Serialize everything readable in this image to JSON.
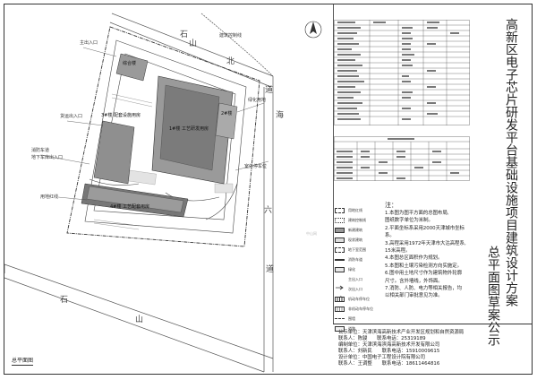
{
  "sheet": {
    "title_main": "高新区电子芯片研发平台基础设施项目建筑设计方案",
    "title_sub": "总平面图草案公示",
    "drawing_name": "总平面图",
    "watermark": "中山网"
  },
  "roads": {
    "north": "石山北",
    "east_upper": "道",
    "east_mid": "海",
    "east_lower": "六",
    "east_bottom": "道",
    "south_left": "石",
    "south_mid": "山"
  },
  "buildings": {
    "main": "1#楼 工艺研发用房",
    "east_block": "2#楼",
    "west_block": "3#楼 配套设施用房",
    "south_block": "4#楼 工艺配套用房",
    "north_small": "综合楼"
  },
  "plan_notes": [
    "主出入口",
    "货运出入口",
    "消防车道",
    "地下车库出入口",
    "绿化用地",
    "室外停车位",
    "用地红线",
    "建筑控制线"
  ],
  "legend": [
    "用地红线",
    "建筑控制线",
    "新建建筑",
    "现状建筑",
    "地下室范围",
    "消防车道",
    "绿化",
    "主出入口",
    "次出入口",
    "机动车停车位",
    "非机动车停车位",
    "围墙",
    "道路"
  ],
  "notes": {
    "heading": "注：",
    "lines": [
      "1.本图为图平方面的总图布局,",
      "图纸数字单位为米制。",
      "2.平面坐标系采用2000天津城市坐标",
      "系。",
      "3.高程采用1972年天津市大沽高程系,",
      "15米高程。",
      "4.本图总区面积作为规划。",
      "5.本图和土壤污染检测方向实施定。",
      "6.图中用土地尺寸作为建筑物外轮廓",
      "尺寸。含外墙线，外饰面。",
      "7.消防、人防、电力等相关报告，均",
      "以相关部门审批意见为准。"
    ]
  },
  "footer": {
    "applicant_label": "公示单位：",
    "applicant": "天津滨海高新技术产业开发区规划和自然资源局",
    "contact1_label": "联系人：",
    "contact1": "陈骏",
    "phone1_label": "联系电话：",
    "phone1": "25319189",
    "designer_label": "编制单位：",
    "designer": "天津滨海滨海高新技术开发有限公司",
    "contact2_label": "联系人：",
    "contact2": "刘新民",
    "phone2_label": "联系电话：",
    "phone2": "15910009615",
    "design_label": "设计单位：",
    "design_org": "中国电子工程设计院有限公司",
    "contact3_label": "联系人：",
    "contact3": "王调整",
    "phone3_label": "联系电话：",
    "phone3": "18611464816"
  },
  "colors": {
    "ink": "#222222",
    "building_fill": "#9a9a9a",
    "building_dark": "#6e6e6e",
    "road_line": "#555555",
    "green": "#d8d8d8"
  }
}
